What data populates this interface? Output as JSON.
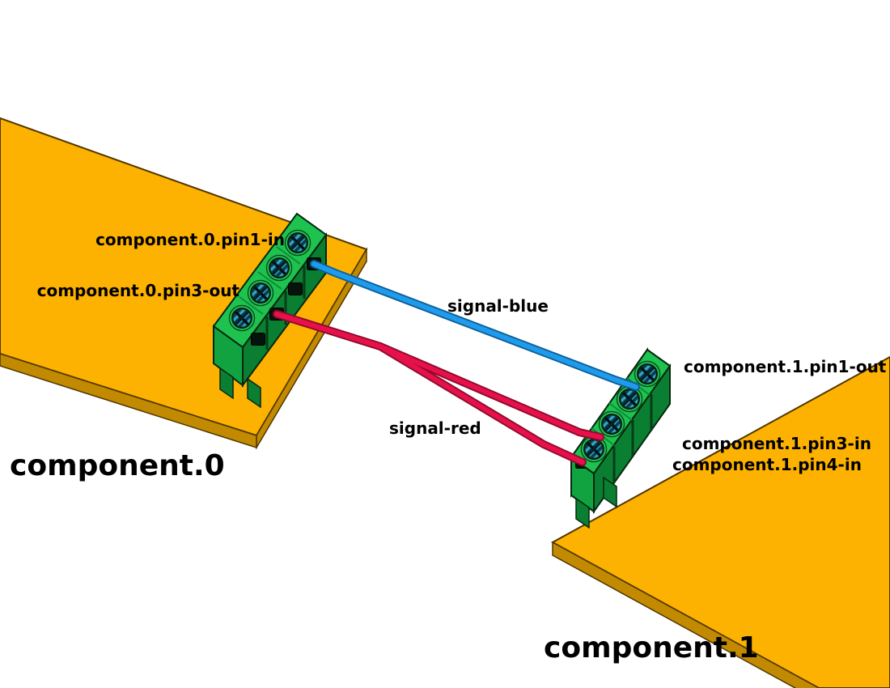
{
  "scene": {
    "background": "#ffffff",
    "boards": {
      "board0": {
        "label": "component.0"
      },
      "board1": {
        "label": "component.1"
      }
    },
    "pin_labels": {
      "c0_pin1_in": "component.0.pin1-in",
      "c0_pin3_out": "component.0.pin3-out",
      "c1_pin1_out": "component.1.pin1-out",
      "c1_pin3_in": "component.1.pin3-in",
      "c1_pin4_in": "component.1.pin4-in"
    },
    "signals": {
      "blue": {
        "label": "signal-blue",
        "color": "#1e9beb"
      },
      "red": {
        "label": "signal-red",
        "color": "#e6104a"
      }
    },
    "colors": {
      "board_top": "#fdb201",
      "board_side": "#c18a00",
      "connector_top": "#1ec24f",
      "connector_face": "#12a341",
      "connector_dark": "#0b7f31",
      "screw_metal": "#2fa9cc"
    }
  }
}
